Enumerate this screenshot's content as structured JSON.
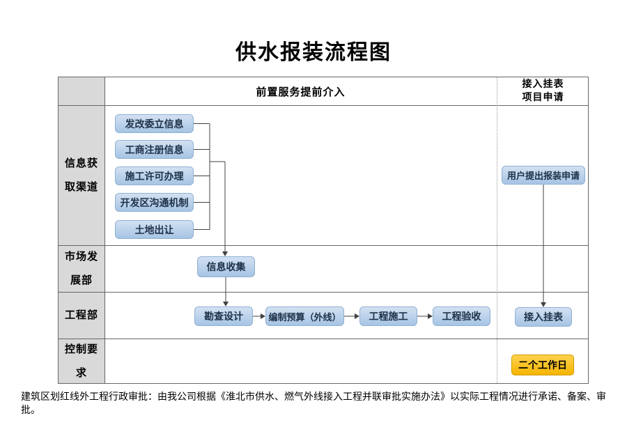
{
  "title": "供水报装流程图",
  "header": {
    "front_service": "前置服务提前介入",
    "right_line1": "接入挂表",
    "right_line2": "项目申请"
  },
  "row_labels": {
    "info_line1": "信息获",
    "info_line2": "取渠道",
    "market_line1": "市场发",
    "market_line2": "展部",
    "engineering": "工程部",
    "control_line1": "控制要",
    "control_line2": "求"
  },
  "info_sources": [
    "发改委立信息",
    "工商注册信息",
    "施工许可办理",
    "开发区沟通机制",
    "土地出让"
  ],
  "market_flow": {
    "info_collect": "信息收集"
  },
  "engineering_flow": [
    "勘查设计",
    "编制预算（外线）",
    "工程施工",
    "工程验收"
  ],
  "right_flow": {
    "user_apply": "用户提出报装申请",
    "meter_connect": "接入挂表",
    "duration": "二个工作日"
  },
  "footnote": "建筑区划红线外工程行政审批：由我公司根据《淮北市供水、燃气外线接入工程并联审批实施办法》以实际工程情况进行承诺、备案、审批。",
  "colors": {
    "process_box_fill_top": "#d3e1f2",
    "process_box_fill_bottom": "#a6c4e4",
    "process_box_border": "#8fb0d3",
    "process_box_text": "#1d3147",
    "duration_box_fill": "#ffc000",
    "duration_box_border": "#d29b00",
    "row_label_bg": "#d9d9d9",
    "grid_line": "#666666",
    "connector_line": "#404040"
  }
}
